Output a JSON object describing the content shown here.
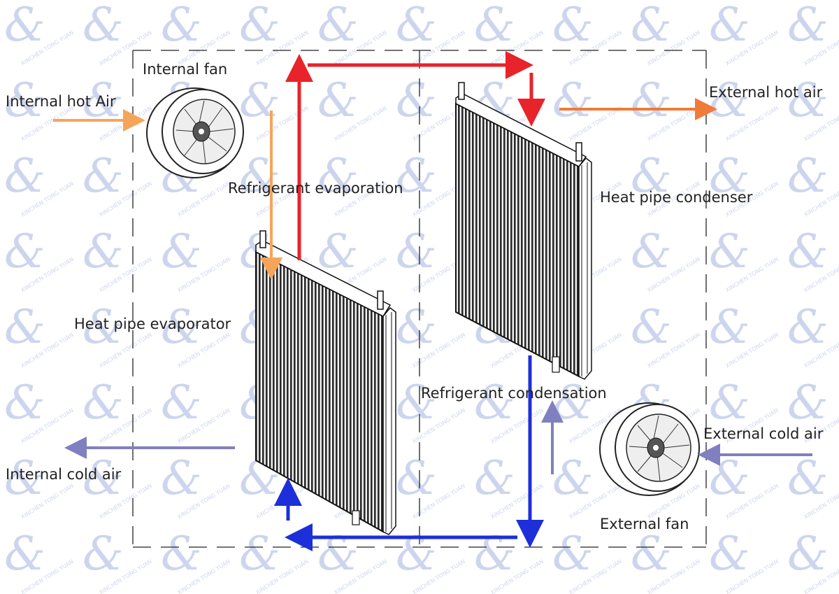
{
  "labels": {
    "internal_fan": "Internal fan",
    "internal_hot_air": "Internal hot Air",
    "external_hot_air": "External hot air",
    "refrigerant_evaporation": "Refrigerant evaporation",
    "heat_pipe_condenser": "Heat pipe condenser",
    "heat_pipe_evaporator": "Heat pipe evaporator",
    "refrigerant_condensation": "Refrigerant condensation",
    "external_cold_air": "External cold air",
    "internal_cold_air": "Internal cold air",
    "external_fan": "External fan"
  },
  "watermark": {
    "text": "XINCHEN TONG YUAN",
    "color": "#c9d2ec"
  },
  "colors": {
    "vapor_flow": "#e8232a",
    "liquid_flow": "#1d2fd8",
    "hot_air": "#f5a55a",
    "hot_air_external": "#f07a3a",
    "cold_air": "#8080c0",
    "frame": "#222222"
  },
  "icons": [
    "fan-icon",
    "evaporator-coil-icon",
    "condenser-coil-icon"
  ]
}
